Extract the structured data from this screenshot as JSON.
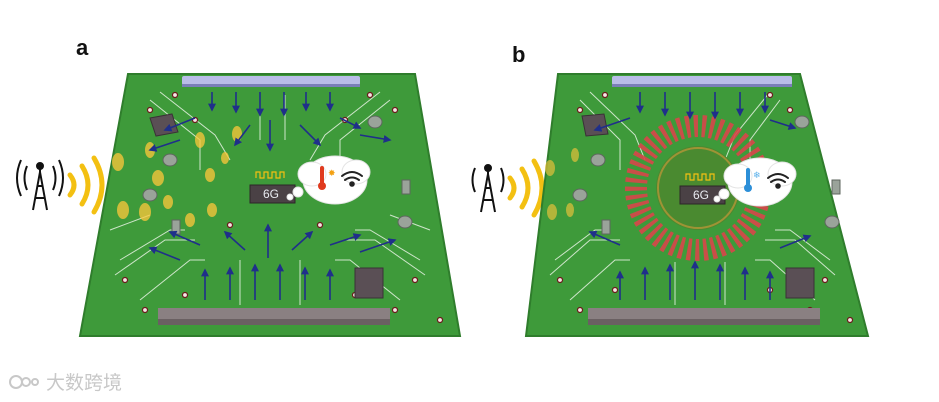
{
  "panels": [
    {
      "label": "a",
      "chip_text": "6G",
      "state": "hotspot"
    },
    {
      "label": "b",
      "chip_text": "6G",
      "state": "cooled"
    }
  ],
  "watermark": {
    "text": "大数跨境"
  },
  "colors": {
    "board": "#3e9a3a",
    "board_edge": "#2f7d2c",
    "trace": "#e8f3e4",
    "arrow": "#1f2f8a",
    "heat_glow": "#ffc83a",
    "cooling_ring": "#d8464a",
    "bar_light": "#b9bde8",
    "bar_dark": "#7d7274",
    "chip": "#5a4f55"
  },
  "icons": [
    "signal-tower-icon",
    "radio-waves-icon",
    "thermometer-hot-icon",
    "thermometer-cold-icon",
    "wifi-icon",
    "thought-cloud-icon",
    "waveform-icon"
  ]
}
